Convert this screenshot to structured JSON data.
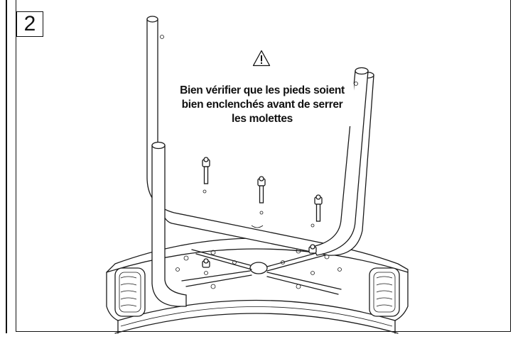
{
  "step": {
    "number": "2"
  },
  "warning": {
    "icon": "warning-triangle-icon",
    "lines": [
      "Bien vérifier que les pieds soient",
      "bien enclenchés avant de serrer",
      "les molettes"
    ]
  }
}
